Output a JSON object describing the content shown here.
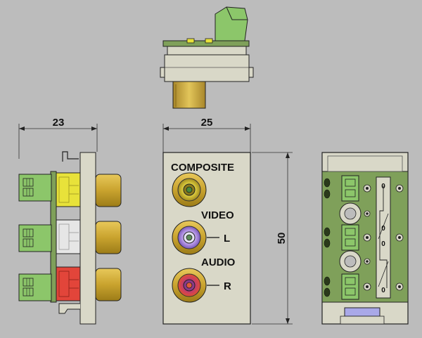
{
  "dimensions": {
    "width_side": "23",
    "width_front": "25",
    "height_front": "50"
  },
  "labels": {
    "composite": "COMPOSITE",
    "video": "VIDEO",
    "audio": "AUDIO",
    "left": "L",
    "right": "R"
  },
  "back_terminals": {
    "t1": "0",
    "t2": "0",
    "t3": "0",
    "t4": "0"
  },
  "colors": {
    "background": "#bcbcbc",
    "faceplate": "#d9d8c8",
    "pcb_green": "#7fa05a",
    "terminal_green": "#8cc66a",
    "connector_gold": "#d4b23a",
    "connector_yellow": "#e8e23a",
    "connector_white": "#e6e6e6",
    "connector_red": "#e2453a",
    "rca_violet": "#a47ad9",
    "rca_magenta": "#b03070"
  }
}
